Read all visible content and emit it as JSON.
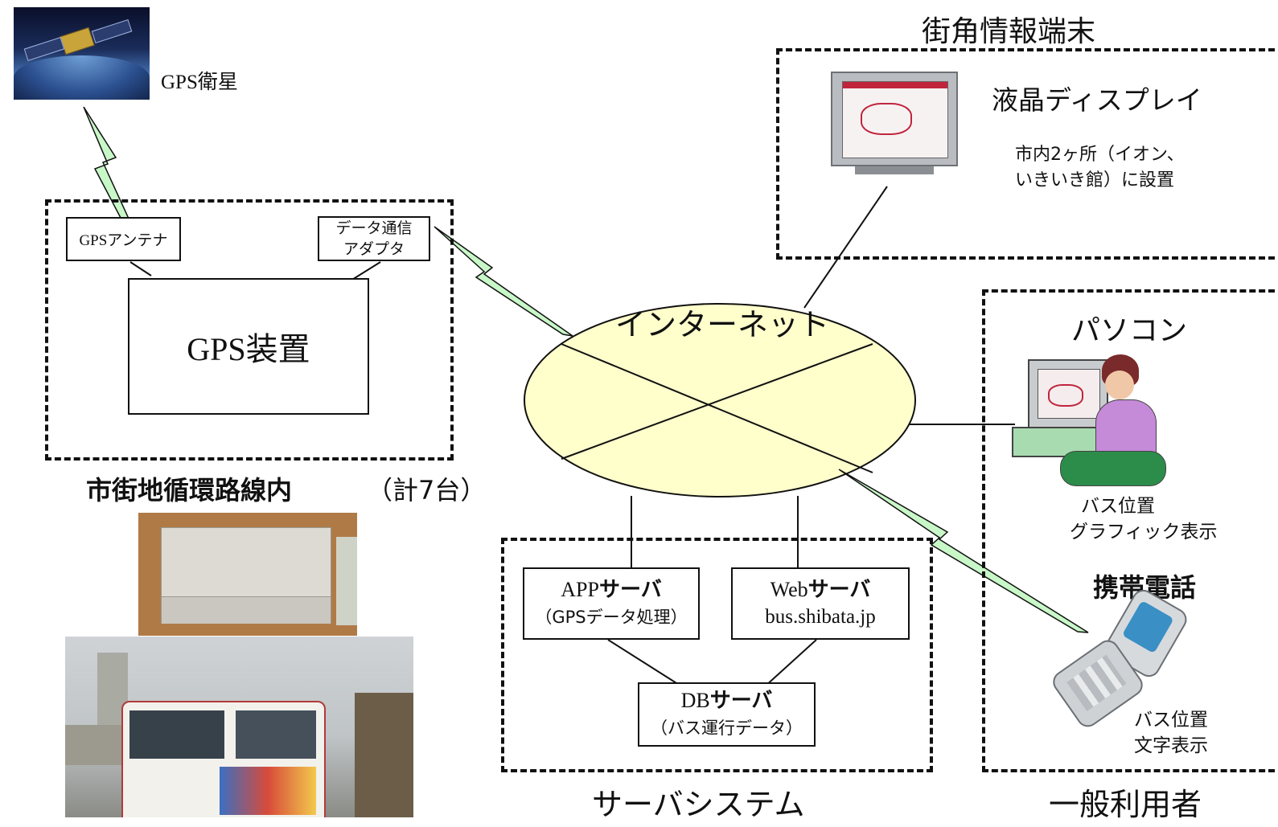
{
  "satellite": {
    "label": "GPS衛星"
  },
  "vehicle_unit": {
    "antenna": "GPSアンテナ",
    "adapter_line1": "データ通信",
    "adapter_line2": "アダプタ",
    "device": "GPS装置",
    "caption_bold": "市街地循環路線内",
    "caption_count": "（計7台）"
  },
  "street_terminal": {
    "title": "街角情報端末",
    "device": "液晶ディスプレイ",
    "note_line1": "市内2ヶ所（イオン、",
    "note_line2": "いきいき館）に設置"
  },
  "internet": {
    "label": "インターネット"
  },
  "servers": {
    "title": "サーバシステム",
    "app_prefix": "APP",
    "app_suffix": "サーバ",
    "app_sub": "（GPSデータ処理）",
    "web_prefix": "Web",
    "web_suffix": "サーバ",
    "web_sub": "bus.shibata.jp",
    "db_prefix": "DB",
    "db_suffix": "サーバ",
    "db_sub": "（バス運行データ）"
  },
  "users": {
    "title": "一般利用者",
    "pc_title": "パソコン",
    "pc_note_line1": "バス位置",
    "pc_note_line2": "グラフィック表示",
    "phone_title": "携帯電話",
    "phone_note_line1": "バス位置",
    "phone_note_line2": "文字表示"
  },
  "colors": {
    "internet_fill": "#ffffcc",
    "wireless_fill": "#c8f7c8",
    "dash_stroke": "#111111"
  }
}
